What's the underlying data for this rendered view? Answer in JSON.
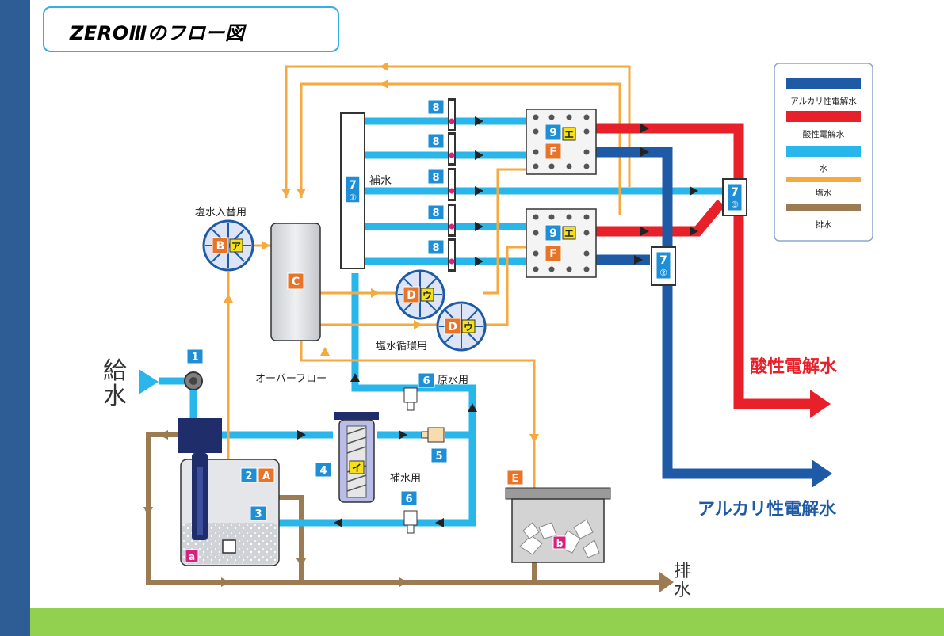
{
  "title": "ZEROⅢのフロー図",
  "labels": {
    "kyusui_1": "給",
    "kyusui_2": "水",
    "haisui_1": "排",
    "haisui_2": "水",
    "hosui": "補水",
    "ensui_irekae": "塩水入替用",
    "ensui_junkan": "塩水循環用",
    "overflow": "オーバーフロー",
    "gensui": "原水用",
    "hosui_you": "補水用",
    "acid_out": "酸性電解水",
    "alkali_out": "アルカリ性電解水"
  },
  "legend": [
    {
      "text": "アルカリ性電解水",
      "color": "#1f5aa6"
    },
    {
      "text": "酸性電解水",
      "color": "#e8202a"
    },
    {
      "text": "水",
      "color": "#29b6ea"
    },
    {
      "text": "塩水",
      "color": "#f5a93e"
    },
    {
      "text": "排水",
      "color": "#9c7a52"
    }
  ],
  "markers": {
    "n1": "1",
    "n2": "2",
    "n3": "3",
    "n4": "4",
    "n5": "5",
    "n6": "6",
    "n7": "7",
    "n8": "8",
    "n9": "9",
    "c1": "①",
    "c2": "②",
    "c3": "③",
    "A": "A",
    "B": "B",
    "C": "C",
    "D": "D",
    "E": "E",
    "F": "F",
    "a": "a",
    "b": "b",
    "ka_a": "ア",
    "ka_i": "イ",
    "ka_u": "ウ",
    "ka_e": "エ"
  },
  "colors": {
    "water": "#29b6ea",
    "brine": "#f5a93e",
    "acid": "#e8202a",
    "alkali": "#1f5aa6",
    "drain": "#9c7a52",
    "blue_label": "#1e8fd6",
    "orange_label": "#e8742a",
    "yellow_label": "#f5e11a",
    "magenta_label": "#d6217f"
  }
}
